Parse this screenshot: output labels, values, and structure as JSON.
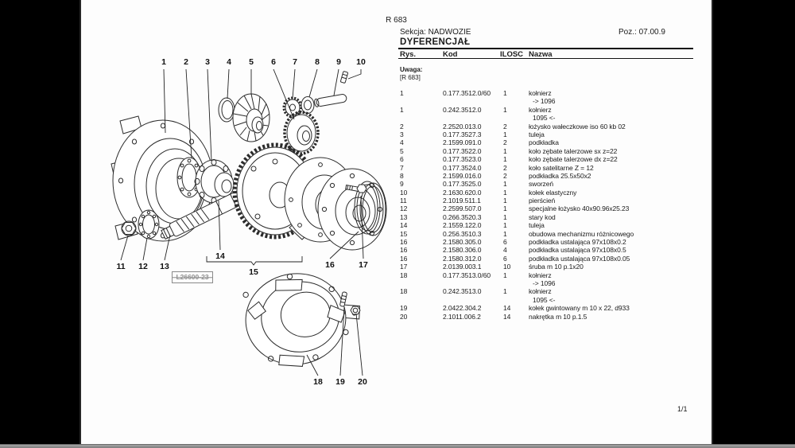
{
  "page": {
    "doc_code": "R 683",
    "section": "Sekcja: NADWOZIE",
    "position": "Poz.: 07.00.9",
    "title": "DYFERENCJAŁ",
    "note_label": "Uwaga:",
    "note_ref": "[R 683]",
    "page_indicator": "1/1"
  },
  "table": {
    "headers": {
      "rys": "Rys.",
      "kod": "Kod",
      "ilosc": "ILOSC",
      "nazwa": "Nazwa"
    },
    "rows": [
      {
        "rys": "1",
        "kod": "0.177.3512.0/60",
        "ilosc": "1",
        "nazwa": "kołnierz",
        "note": "-> 1096"
      },
      {
        "rys": "1",
        "kod": "0.242.3512.0",
        "ilosc": "1",
        "nazwa": "kołnierz",
        "note": "1095 <-"
      },
      {
        "rys": "2",
        "kod": "2.2520.013.0",
        "ilosc": "2",
        "nazwa": "łożysko wałeczkowe iso 60 kb 02"
      },
      {
        "rys": "3",
        "kod": "0.177.3527.3",
        "ilosc": "1",
        "nazwa": "tuleja"
      },
      {
        "rys": "4",
        "kod": "2.1599.091.0",
        "ilosc": "2",
        "nazwa": "podkładka"
      },
      {
        "rys": "5",
        "kod": "0.177.3522.0",
        "ilosc": "1",
        "nazwa": "koło zębate talerzowe sx z=22"
      },
      {
        "rys": "6",
        "kod": "0.177.3523.0",
        "ilosc": "1",
        "nazwa": "koło zębate talerzowe dx z=22"
      },
      {
        "rys": "7",
        "kod": "0.177.3524.0",
        "ilosc": "2",
        "nazwa": "koło satelitarne Z = 12"
      },
      {
        "rys": "8",
        "kod": "2.1599.016.0",
        "ilosc": "2",
        "nazwa": "podkładka 25.5x50x2"
      },
      {
        "rys": "9",
        "kod": "0.177.3525.0",
        "ilosc": "1",
        "nazwa": "sworzeń"
      },
      {
        "rys": "10",
        "kod": "2.1630.620.0",
        "ilosc": "1",
        "nazwa": "kołek elastyczny"
      },
      {
        "rys": "11",
        "kod": "2.1019.511.1",
        "ilosc": "1",
        "nazwa": "pierścień"
      },
      {
        "rys": "12",
        "kod": "2.2599.507.0",
        "ilosc": "1",
        "nazwa": "specjalne łożysko 40x90.96x25.23"
      },
      {
        "rys": "13",
        "kod": "0.266.3520.3",
        "ilosc": "1",
        "nazwa": "stary kod"
      },
      {
        "rys": "14",
        "kod": "2.1559.122.0",
        "ilosc": "1",
        "nazwa": "tuleja"
      },
      {
        "rys": "15",
        "kod": "0.256.3510.3",
        "ilosc": "1",
        "nazwa": "obudowa mechanizmu różnicowego"
      },
      {
        "rys": "16",
        "kod": "2.1580.305.0",
        "ilosc": "6",
        "nazwa": "podkładka ustalająca 97x108x0.2"
      },
      {
        "rys": "16",
        "kod": "2.1580.306.0",
        "ilosc": "4",
        "nazwa": "podkładka ustalająca 97x108x0.5"
      },
      {
        "rys": "16",
        "kod": "2.1580.312.0",
        "ilosc": "6",
        "nazwa": "podkładka ustalająca 97x108x0.05"
      },
      {
        "rys": "17",
        "kod": "2.0139.003.1",
        "ilosc": "10",
        "nazwa": "śruba m 10 p.1x20"
      },
      {
        "rys": "18",
        "kod": "0.177.3513.0/60",
        "ilosc": "1",
        "nazwa": "kołnierz",
        "note": "-> 1096"
      },
      {
        "rys": "18",
        "kod": "0.242.3513.0",
        "ilosc": "1",
        "nazwa": "kołnierz",
        "note": "1095 <-"
      },
      {
        "rys": "19",
        "kod": "2.0422.304.2",
        "ilosc": "14",
        "nazwa": "kołek gwintowany m 10 x 22, d933"
      },
      {
        "rys": "20",
        "kod": "2.1011.006.2",
        "ilosc": "14",
        "nazwa": "nakrętka m 10 p.1.5"
      }
    ]
  },
  "diagram": {
    "stamp": "L26600-23",
    "callouts": [
      "1",
      "2",
      "3",
      "4",
      "5",
      "6",
      "7",
      "8",
      "9",
      "10",
      "11",
      "12",
      "13",
      "14",
      "15",
      "16",
      "17",
      "18",
      "19",
      "20"
    ]
  }
}
